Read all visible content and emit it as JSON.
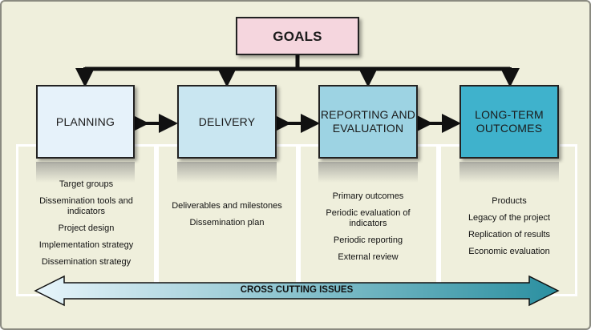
{
  "goals": {
    "label": "GOALS"
  },
  "stages": [
    {
      "label": "PLANNING",
      "color": "#e6f2fa",
      "items": [
        "Target groups",
        "Dissemination tools and indicators",
        "Project design",
        "Implementation strategy",
        "Dissemination strategy"
      ]
    },
    {
      "label": "DELIVERY",
      "color": "#c9e6f1",
      "items": [
        "Deliverables and milestones",
        "Dissemination plan"
      ]
    },
    {
      "label": "REPORTING AND EVALUATION",
      "color": "#9dd3e3",
      "items": [
        "Primary outcomes",
        "Periodic evaluation of indicators",
        "Periodic reporting",
        "External review"
      ]
    },
    {
      "label": "LONG-TERM OUTCOMES",
      "color": "#3fb2cc",
      "items": [
        "Products",
        "Legacy of the project",
        "Replication of results",
        "Economic evaluation"
      ]
    }
  ],
  "cross_cutting": {
    "label": "CROSS CUTTING ISSUES"
  },
  "colors": {
    "arrow_start": "#e8f5fb",
    "arrow_end": "#2a8fa0",
    "line": "#111111"
  }
}
